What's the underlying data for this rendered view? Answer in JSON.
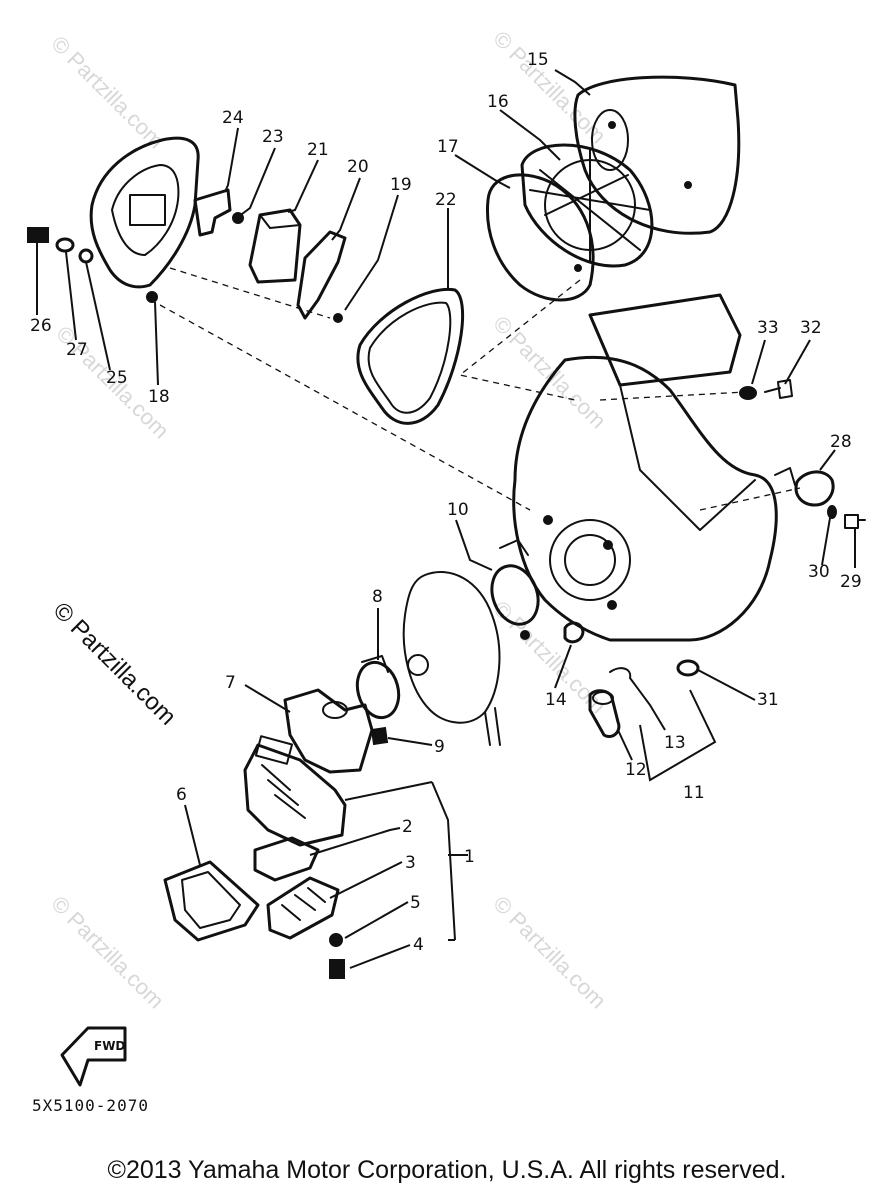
{
  "diagram": {
    "callouts": {
      "c1": "1",
      "c2": "2",
      "c3": "3",
      "c4": "4",
      "c5": "5",
      "c6": "6",
      "c7": "7",
      "c8": "8",
      "c9": "9",
      "c10": "10",
      "c11": "11",
      "c12": "12",
      "c13": "13",
      "c14": "14",
      "c15": "15",
      "c16": "16",
      "c17": "17",
      "c18": "18",
      "c19": "19",
      "c20": "20",
      "c21": "21",
      "c22": "22",
      "c23": "23",
      "c24": "24",
      "c25": "25",
      "c26": "26",
      "c27": "27",
      "c28": "28",
      "c29": "29",
      "c30": "30",
      "c31": "31",
      "c32": "32",
      "c33": "33"
    },
    "fwd_label": "FWD",
    "drawing_code": "5X5100-2070",
    "watermark": "© Partzilla.com"
  },
  "footer": {
    "copyright": "©2013 Yamaha Motor Corporation, U.S.A. All rights reserved."
  }
}
